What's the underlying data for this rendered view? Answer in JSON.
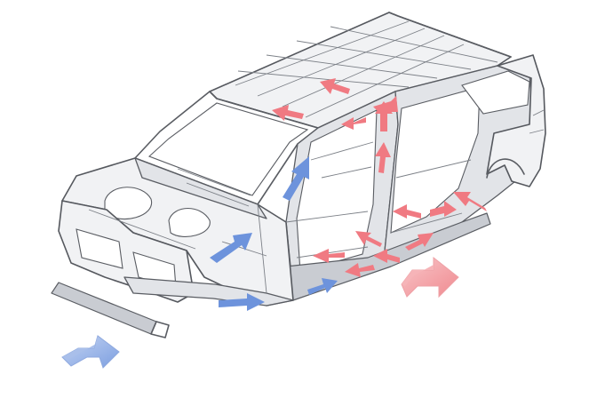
{
  "diagram": {
    "subject": "car-body-structure",
    "colors": {
      "front_load_arrow": "#7d9fe0",
      "side_load_arrow": "#f08a90",
      "body_outline": "#55585e",
      "body_fill": "#f1f2f4",
      "panel_fill": "#e2e4e8",
      "background": "#ffffff"
    },
    "large_arrows": [
      {
        "name": "front-impact-arrow",
        "kind": "front"
      },
      {
        "name": "side-impact-arrow",
        "kind": "side"
      }
    ],
    "load_path_arrows": {
      "front": 5,
      "side": 14
    }
  }
}
